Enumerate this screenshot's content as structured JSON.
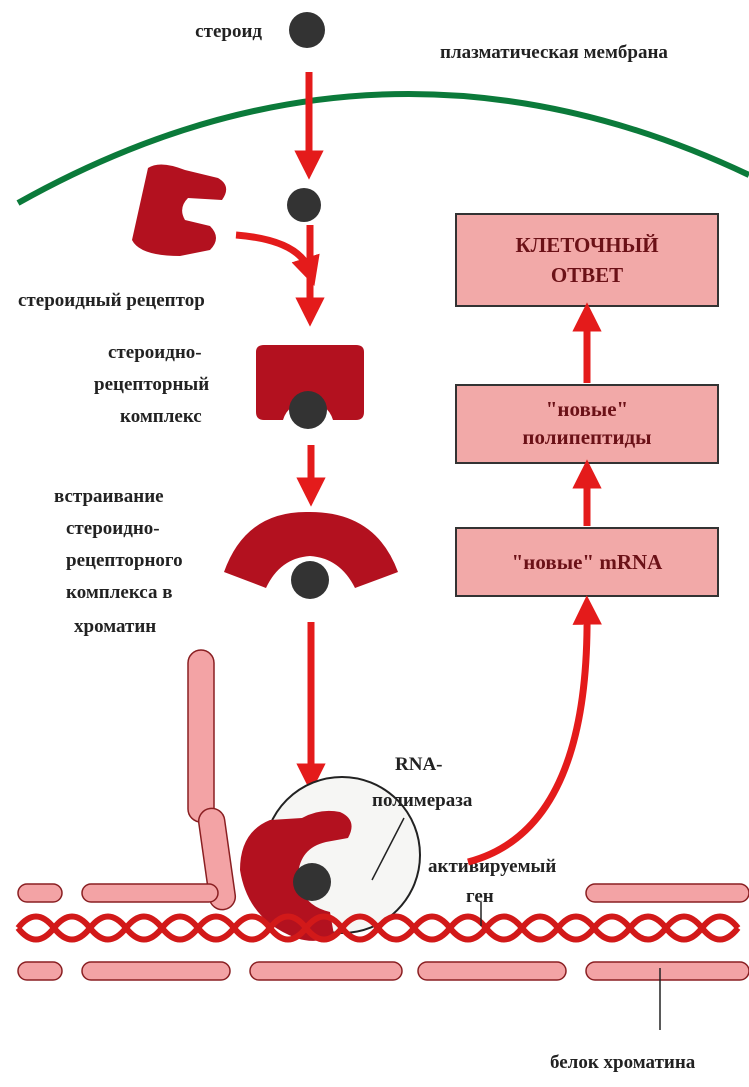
{
  "colors": {
    "membrane": "#0b7a3a",
    "arrow": "#e41b1b",
    "receptor": "#b3111f",
    "steroid": "#333333",
    "box_fill": "#f2a9a8",
    "box_text": "#6b1117",
    "chromatin_protein": "#f3a3a5",
    "dna": "#d21919",
    "polymerase": "#f6f6f4"
  },
  "labels": {
    "steroid": "стероид",
    "plasma_membrane": "плазматическая мембрана",
    "steroid_receptor": "стероидный рецептор",
    "complex": [
      "стероидно-",
      "рецепторный",
      "комплекс"
    ],
    "insertion": [
      "встраивание",
      "стероидно-",
      "рецепторного",
      "комплекса в",
      "хроматин"
    ],
    "rna_polymerase": [
      "RNA-",
      "полимераза"
    ],
    "activated_gene": [
      "активируемый",
      "ген"
    ],
    "chromatin_protein": "белок хроматина"
  },
  "boxes": {
    "cell_response": [
      "КЛЕТОЧНЫЙ",
      "ОТВЕТ"
    ],
    "new_polypeptides": [
      "\"новые\"",
      "полипептиды"
    ],
    "new_mrna": [
      "\"новые\" mRNA"
    ]
  }
}
